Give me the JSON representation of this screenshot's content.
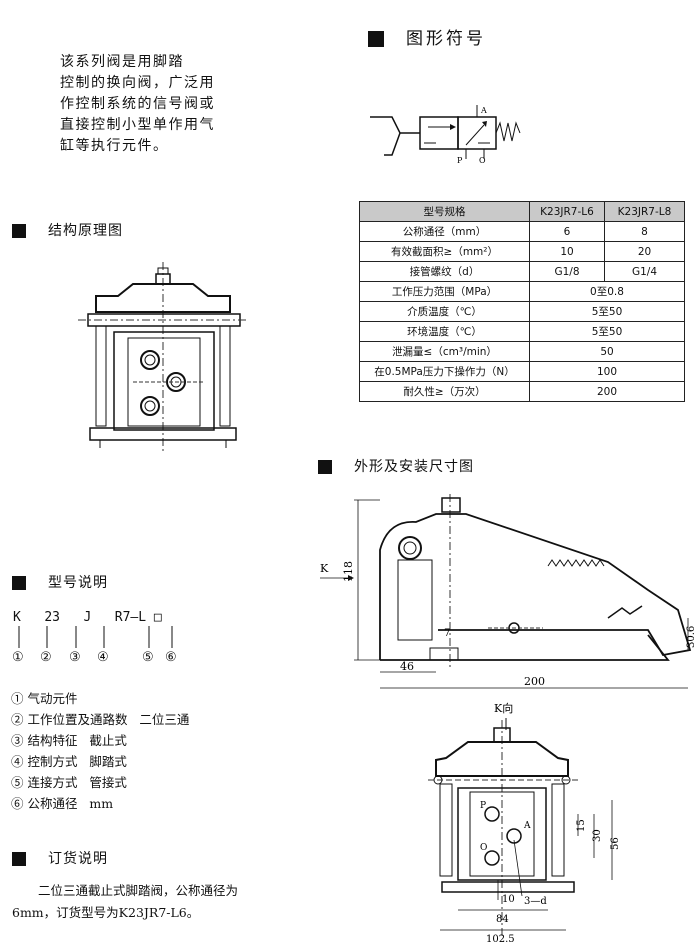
{
  "intro": {
    "text": "该系列阀是用脚踏\n控制的换向阀，广泛用\n作控制系统的信号阀或\n直接控制小型单作用气\n缸等执行元件。"
  },
  "sections": {
    "symbol": "图形符号",
    "structure": "结构原理图",
    "model": "型号说明",
    "order": "订货说明",
    "dimensions": "外形及安装尺寸图"
  },
  "symbol_labels": {
    "a": "A",
    "p": "P",
    "o": "O"
  },
  "spec_table": {
    "header": [
      "型号规格",
      "K23JR7-L6",
      "K23JR7-L8"
    ],
    "rows": [
      {
        "label": "公称通径（mm）",
        "v1": "6",
        "v2": "8"
      },
      {
        "label": "有效截面积≥（mm²）",
        "v1": "10",
        "v2": "20"
      },
      {
        "label": "接管螺纹（d）",
        "v1": "G1/8",
        "v2": "G1/4"
      },
      {
        "label": "工作压力范围（MPa）",
        "merged": "0至0.8"
      },
      {
        "label": "介质温度（℃）",
        "merged": "5至50"
      },
      {
        "label": "环境温度（℃）",
        "merged": "5至50"
      },
      {
        "label": "泄漏量≤（cm³/min）",
        "merged": "50"
      },
      {
        "label": "在0.5MPa压力下操作力（N）",
        "merged": "100"
      },
      {
        "label": "耐久性≥（万次）",
        "merged": "200"
      }
    ]
  },
  "model_code": {
    "parts": [
      "K",
      "23",
      "J",
      "R7",
      "—",
      "L",
      "□"
    ],
    "markers": [
      "①",
      "②",
      "③",
      "④",
      "⑤",
      "⑥"
    ]
  },
  "legend": [
    "① 气动元件",
    "② 工作位置及通路数   二位三通",
    "③ 结构特征   截止式",
    "④ 控制方式   脚踏式",
    "⑤ 连接方式   管接式",
    "⑥ 公称通径   mm"
  ],
  "order_text": "二位三通截止式脚踏阀，公称通径为6mm，订货型号为K23JR7-L6。",
  "dimensions": {
    "k_label": "K",
    "k_view": "K向",
    "d118": "118",
    "d30_6": "30.6",
    "d7": "7",
    "d46": "46",
    "d200": "200",
    "d15": "15",
    "d30": "30",
    "d56": "56",
    "d10": "10",
    "d3d": "3—d",
    "d84": "84",
    "d102_5": "102.5",
    "port_p": "P",
    "port_a": "A",
    "port_o": "O"
  }
}
